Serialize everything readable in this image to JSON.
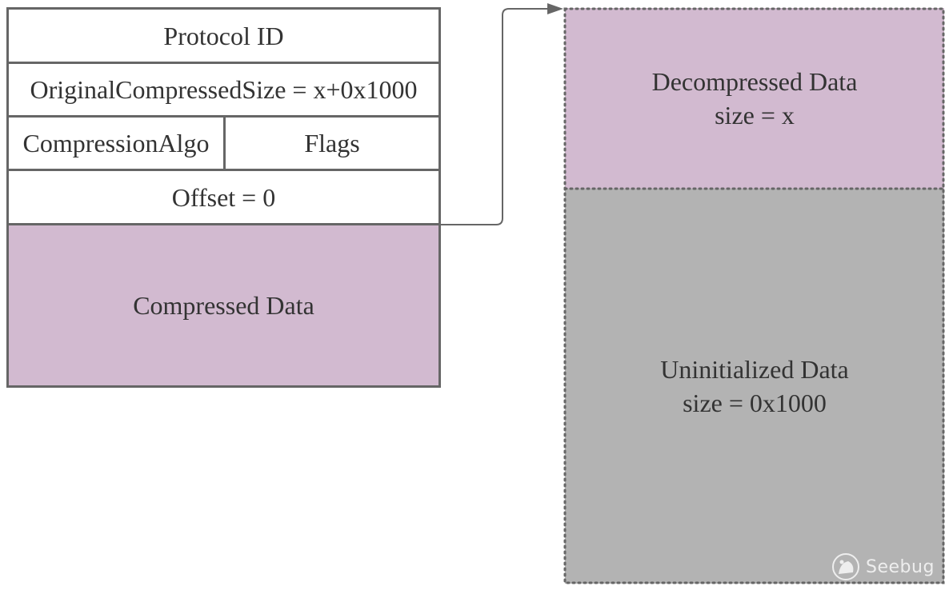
{
  "diagram": {
    "left_structure": {
      "protocol_id": "Protocol ID",
      "original_compressed_size": "OriginalCompressedSize = x+0x1000",
      "compression_algo": "CompressionAlgo",
      "flags": "Flags",
      "offset": "Offset = 0",
      "compressed_data": "Compressed Data"
    },
    "right_buffer": {
      "decompressed": {
        "title": "Decompressed Data",
        "size": "size = x"
      },
      "uninitialized": {
        "title": "Uninitialized Data",
        "size": "size = 0x1000"
      }
    },
    "colors": {
      "compressed_fill": "#d2bad0",
      "uninitialized_fill": "#b3b3b3",
      "border": "#666666",
      "text": "#333333"
    },
    "watermark": "Seebug"
  }
}
